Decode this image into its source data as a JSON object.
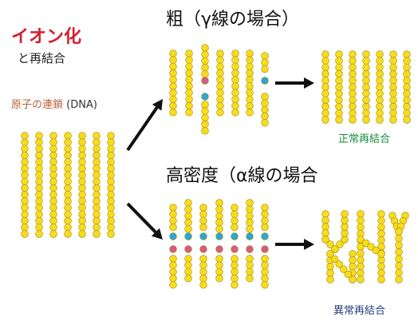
{
  "titles": {
    "ion_ka": "イオン化",
    "recombine": "と再結合"
  },
  "dna_label": {
    "jp": "原子の連鎖",
    "paren": "(DNA)"
  },
  "sparse": {
    "heading": "粗（γ線の場合）",
    "result": "正常再結合"
  },
  "dense": {
    "heading": "高密度（α線の場合",
    "result": "異常再結合"
  },
  "colors": {
    "bead": "#f6dc1e",
    "bead_outline": "#a88a00",
    "ion_pink": "#d45a8a",
    "ion_blue": "#27a8d8",
    "arrow": "#111111"
  }
}
